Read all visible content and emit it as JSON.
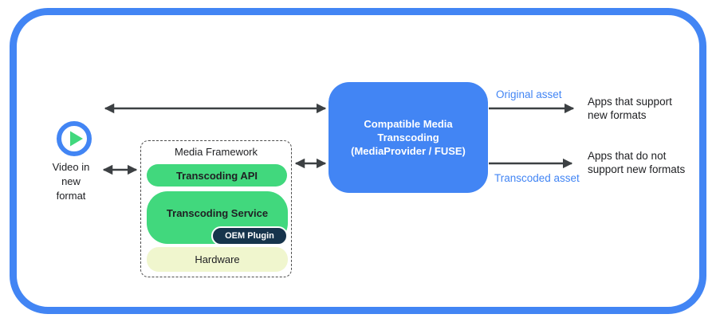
{
  "colors": {
    "frame_blue": "#4285F4",
    "transcoder_blue": "#4285F4",
    "layer_green": "#41D87D",
    "hardware_pale": "#F0F6CE",
    "oem_navy": "#16344C",
    "arrow_gray": "#3C4043",
    "flow_label_blue": "#4285F4",
    "text_black": "#202124"
  },
  "icons": {
    "source": "play-icon"
  },
  "source": {
    "label": "Video in\nnew\nformat"
  },
  "media_framework": {
    "title": "Media Framework",
    "api": "Transcoding API",
    "service": "Transcoding Service",
    "oem_plugin": "OEM Plugin",
    "hardware": "Hardware"
  },
  "transcoder": {
    "label": "Compatible Media\nTranscoding\n(MediaProvider / FUSE)"
  },
  "flows": {
    "original": {
      "label": "Original asset",
      "target": "Apps that support\nnew formats"
    },
    "transcoded": {
      "label": "Transcoded asset",
      "target": "Apps that do not\nsupport new formats"
    }
  }
}
